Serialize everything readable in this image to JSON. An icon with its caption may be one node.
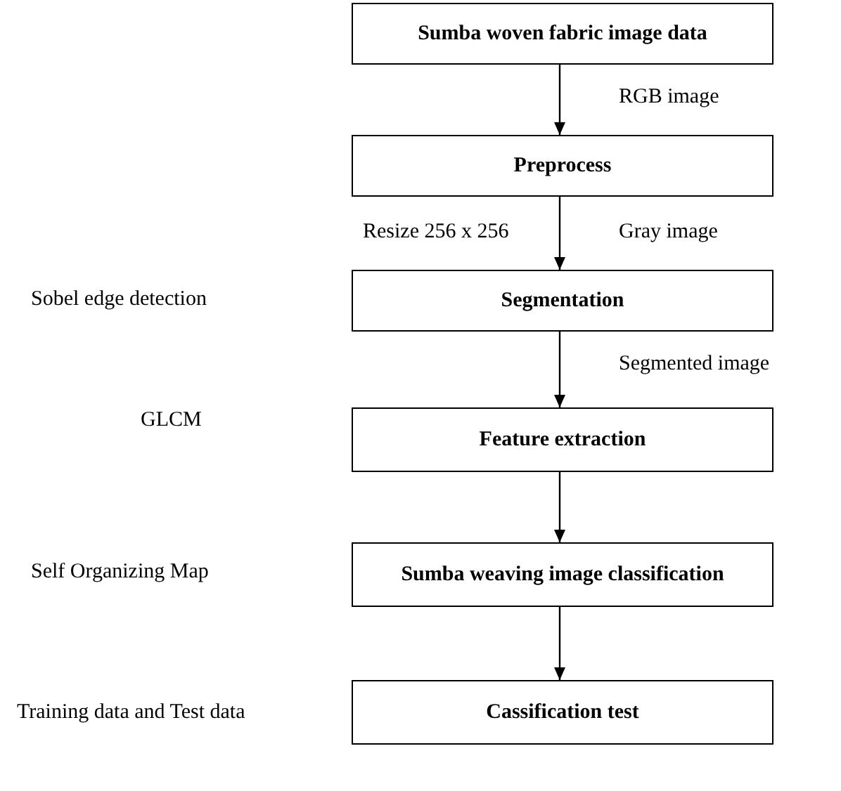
{
  "diagram": {
    "nodes": [
      {
        "text": [
          "Sumba woven fabric image data"
        ]
      },
      {
        "text": [
          "Preprocess"
        ]
      },
      {
        "text": [
          "Segmentation"
        ]
      },
      {
        "text": [
          "Feature extraction"
        ]
      },
      {
        "text": [
          "Sumba weaving image classification"
        ]
      },
      {
        "text": [
          "Cassification test"
        ]
      }
    ],
    "edges": [
      {
        "from": 0,
        "to": 1,
        "arrow": "to",
        "label": "RGB image"
      },
      {
        "from": 1,
        "to": 2,
        "arrow": "to",
        "label": "Gray image"
      },
      {
        "from": 2,
        "to": 3,
        "arrow": "to",
        "label": "Segmented image"
      },
      {
        "from": 3,
        "to": 4,
        "arrow": "to"
      },
      {
        "from": 4,
        "to": 5,
        "arrow": "to"
      }
    ],
    "labels": [
      "Resize 256 x 256",
      "Sobel edge detection",
      "GLCM",
      "Self Organizing Map",
      "Training data and Test data"
    ]
  }
}
